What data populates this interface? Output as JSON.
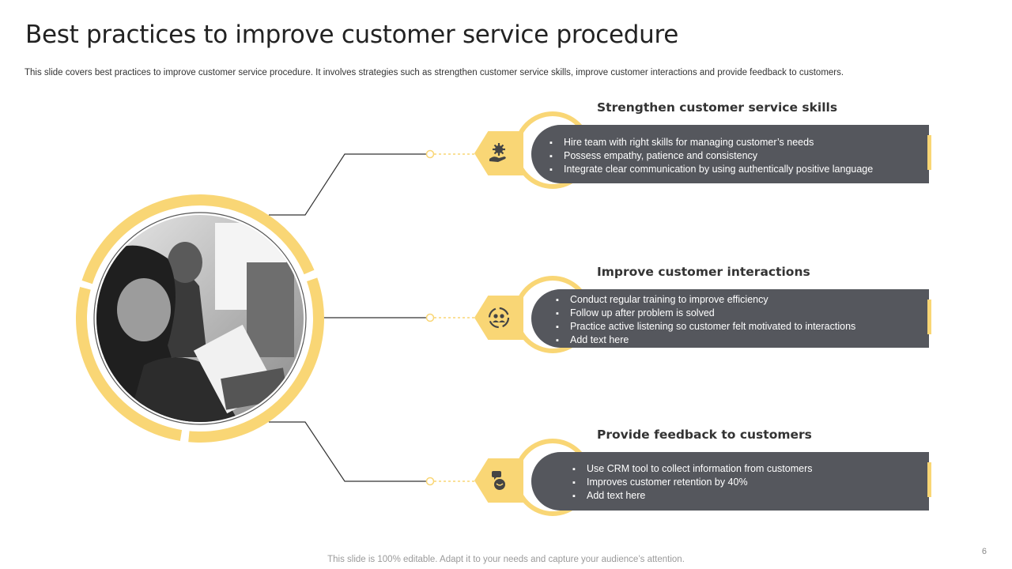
{
  "title": "Best practices to improve customer service procedure",
  "subtitle": "This slide covers best practices to improve customer service procedure. It involves strategies such as strengthen customer service skills, improve customer interactions and provide feedback to customers.",
  "items": [
    {
      "heading": "Strengthen customer service skills",
      "icon": "gear-hand-icon",
      "bullets": [
        "Hire team with right skills for managing customer’s needs",
        "Possess empathy, patience and consistency",
        "Integrate clear communication by using authentically positive language"
      ]
    },
    {
      "heading": "Improve customer interactions",
      "icon": "people-cycle-icon",
      "bullets": [
        "Conduct regular training to improve  efficiency",
        "Follow up after  problem is solved",
        "Practice active listening so customer felt motivated to interactions",
        "Add text here"
      ]
    },
    {
      "heading": "Provide feedback to customers",
      "icon": "feedback-icon",
      "bullets": [
        "Use CRM tool to collect information  from customers",
        "Improves  customer retention by 40%",
        "Add text here"
      ]
    }
  ],
  "footer": "This slide is 100% editable. Adapt it to your needs and capture your audience’s attention.",
  "page_number": "6",
  "colors": {
    "accent": "#f9d675",
    "bar": "#55575d",
    "connector": "#333333"
  },
  "image": "grayscale photo of customer service agents wearing headsets"
}
